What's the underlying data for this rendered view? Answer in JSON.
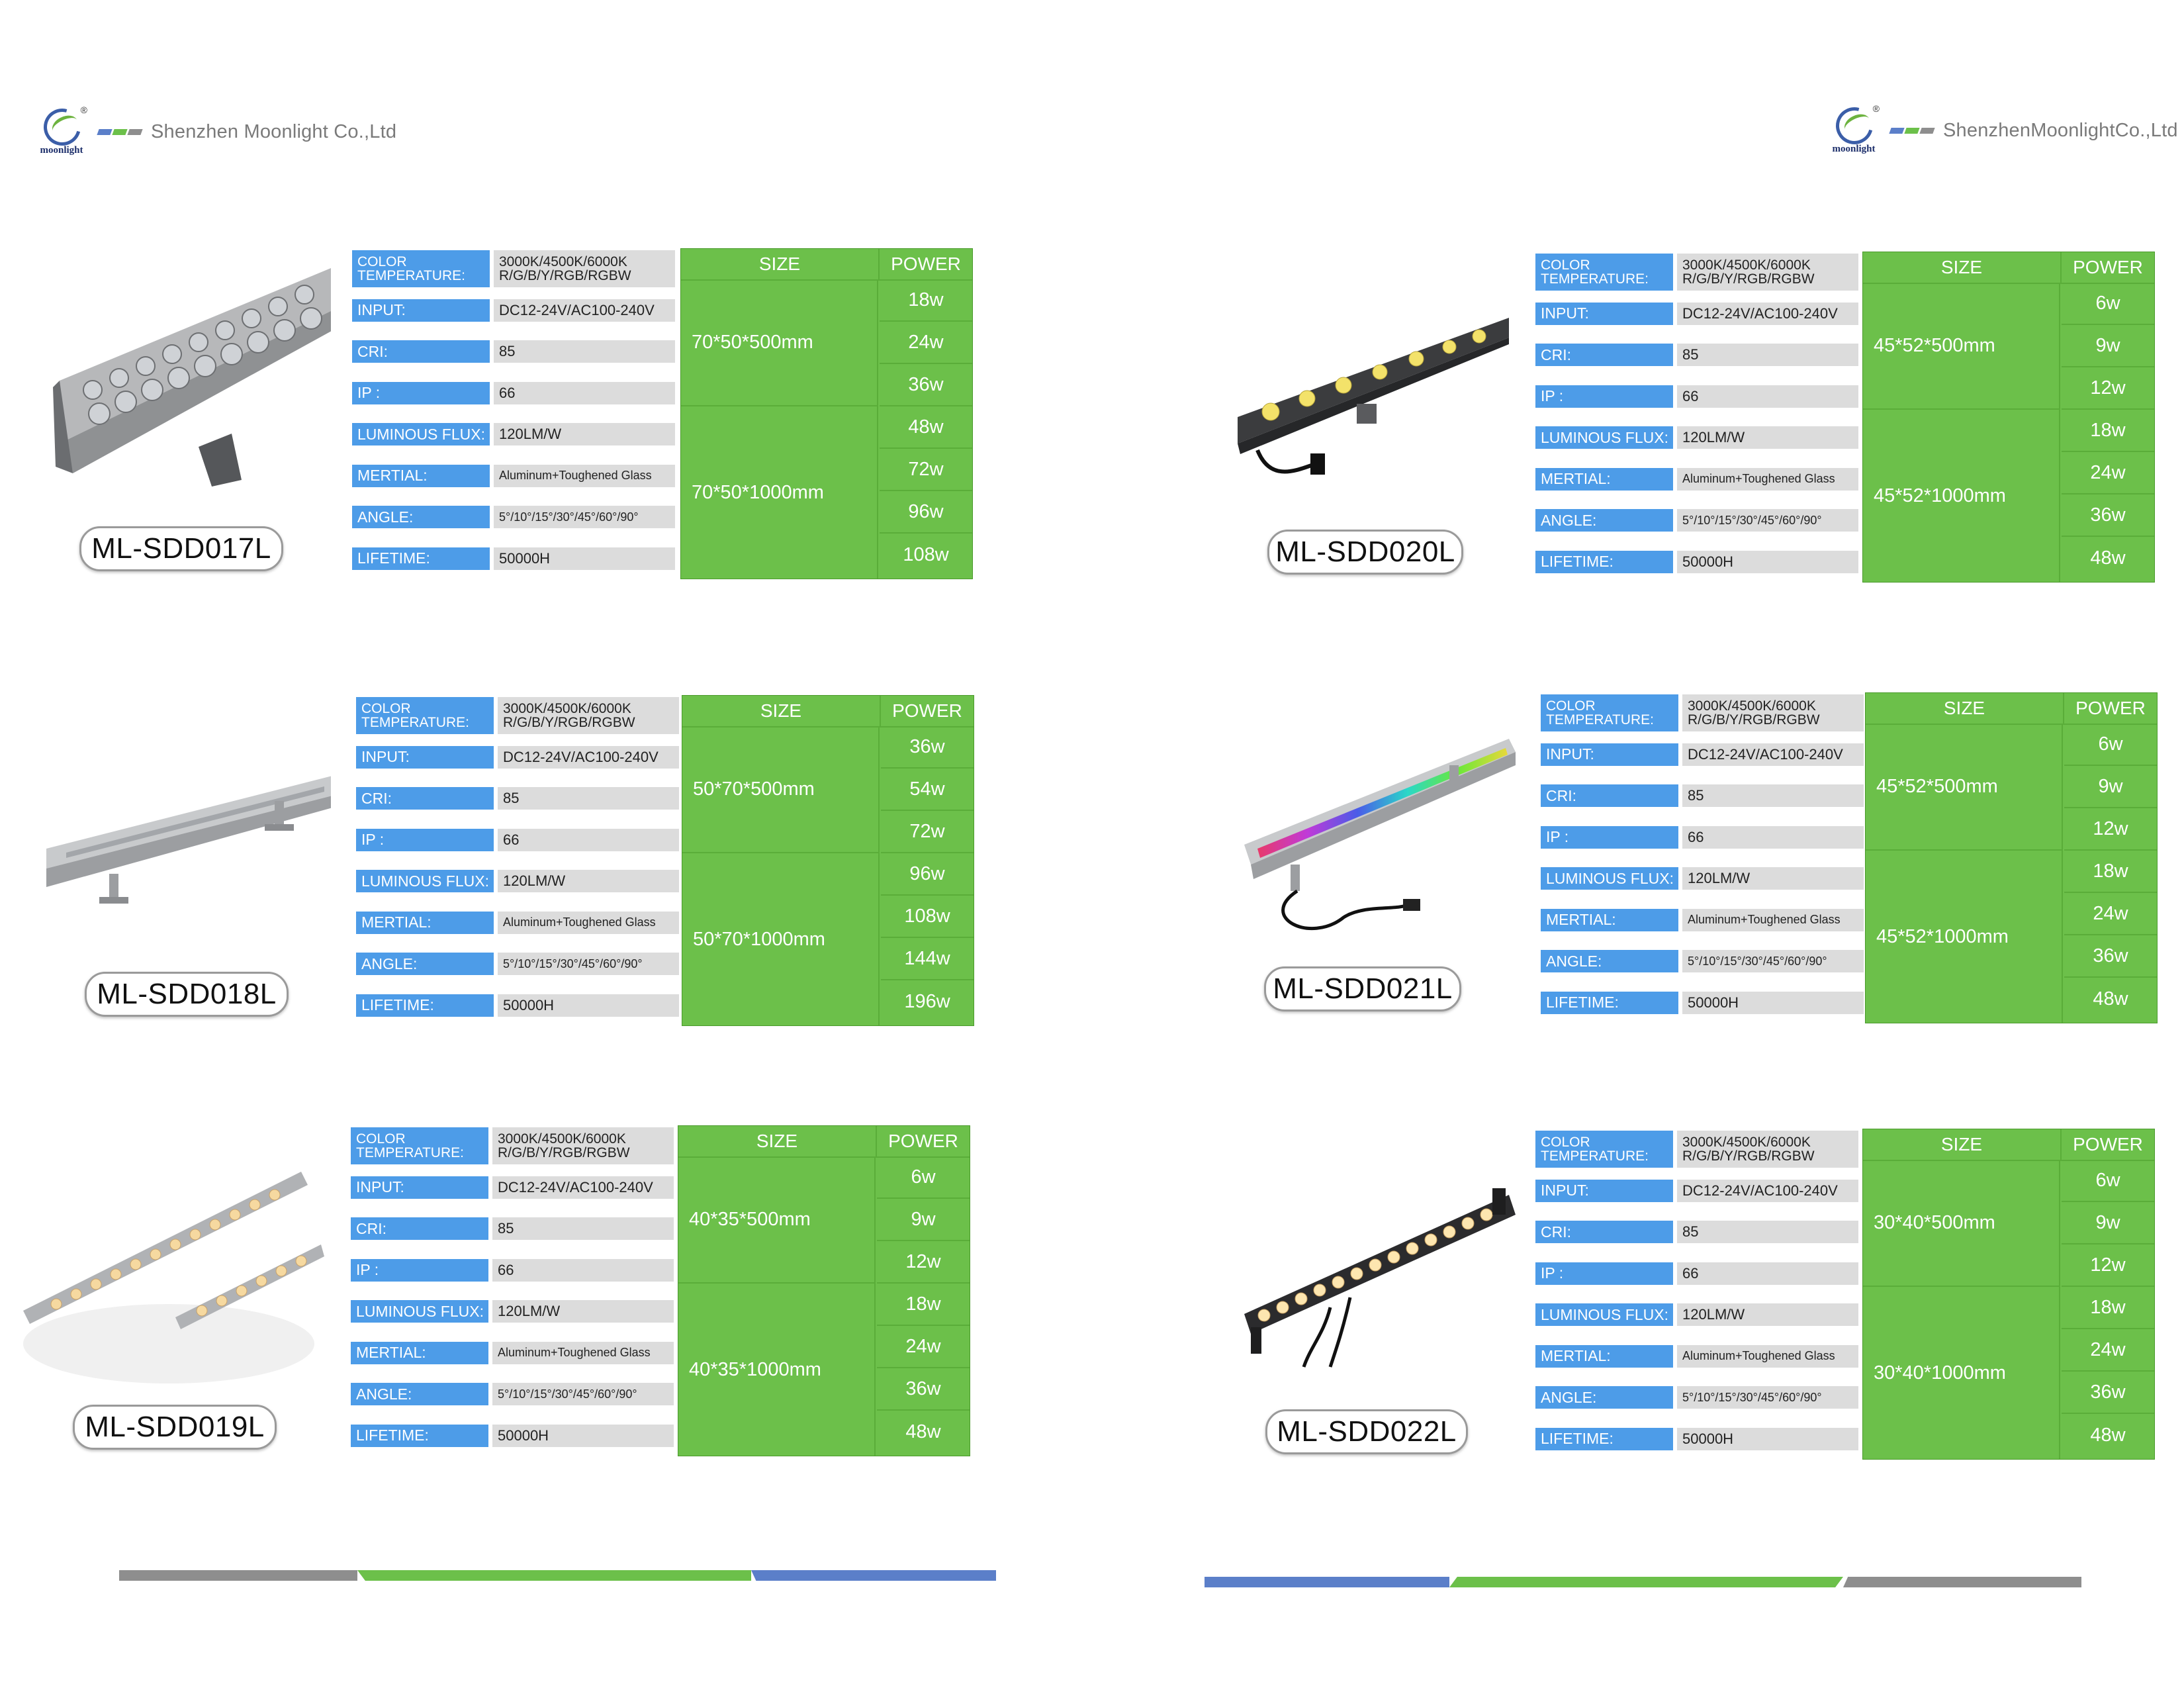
{
  "pages": [
    {
      "company": "Shenzhen Moonlight Co.,Ltd",
      "logo_word": "moonlight",
      "products": [
        {
          "model": "ML-SDD017L",
          "color_temperature": [
            "3000K/4500K/6000K",
            "R/G/B/Y/RGB/RGBW"
          ],
          "input": "DC12-24V/AC100-240V",
          "cri": "85",
          "ip": "66",
          "luminous_flux": "120LM/W",
          "mertial": "Aluminum+Toughened Glass",
          "angle": "5°/10°/15°/30°/45°/60°/90°",
          "lifetime": "50000H",
          "sizes": [
            {
              "size": "70*50*500mm",
              "powers": [
                "18w",
                "24w",
                "36w"
              ]
            },
            {
              "size": "70*50*1000mm",
              "powers": [
                "48w",
                "72w",
                "96w",
                "108w"
              ]
            }
          ]
        },
        {
          "model": "ML-SDD018L",
          "color_temperature": [
            "3000K/4500K/6000K",
            "R/G/B/Y/RGB/RGBW"
          ],
          "input": "DC12-24V/AC100-240V",
          "cri": "85",
          "ip": "66",
          "luminous_flux": "120LM/W",
          "mertial": "Aluminum+Toughened Glass",
          "angle": "5°/10°/15°/30°/45°/60°/90°",
          "lifetime": "50000H",
          "sizes": [
            {
              "size": "50*70*500mm",
              "powers": [
                "36w",
                "54w",
                "72w"
              ]
            },
            {
              "size": "50*70*1000mm",
              "powers": [
                "96w",
                "108w",
                "144w",
                "196w"
              ]
            }
          ]
        },
        {
          "model": "ML-SDD019L",
          "color_temperature": [
            "3000K/4500K/6000K",
            "R/G/B/Y/RGB/RGBW"
          ],
          "input": "DC12-24V/AC100-240V",
          "cri": "85",
          "ip": "66",
          "luminous_flux": "120LM/W",
          "mertial": "Aluminum+Toughened Glass",
          "angle": "5°/10°/15°/30°/45°/60°/90°",
          "lifetime": "50000H",
          "sizes": [
            {
              "size": "40*35*500mm",
              "powers": [
                "6w",
                "9w",
                "12w"
              ]
            },
            {
              "size": "40*35*1000mm",
              "powers": [
                "18w",
                "24w",
                "36w",
                "48w"
              ]
            }
          ]
        }
      ]
    },
    {
      "company": "ShenzhenMoonlightCo.,Ltd",
      "logo_word": "moonlight",
      "products": [
        {
          "model": "ML-SDD020L",
          "color_temperature": [
            "3000K/4500K/6000K",
            "R/G/B/Y/RGB/RGBW"
          ],
          "input": "DC12-24V/AC100-240V",
          "cri": "85",
          "ip": "66",
          "luminous_flux": "120LM/W",
          "mertial": "Aluminum+Toughened Glass",
          "angle": "5°/10°/15°/30°/45°/60°/90°",
          "lifetime": "50000H",
          "sizes": [
            {
              "size": "45*52*500mm",
              "powers": [
                "6w",
                "9w",
                "12w"
              ]
            },
            {
              "size": "45*52*1000mm",
              "powers": [
                "18w",
                "24w",
                "36w",
                "48w"
              ]
            }
          ]
        },
        {
          "model": "ML-SDD021L",
          "color_temperature": [
            "3000K/4500K/6000K",
            "R/G/B/Y/RGB/RGBW"
          ],
          "input": "DC12-24V/AC100-240V",
          "cri": "85",
          "ip": "66",
          "luminous_flux": "120LM/W",
          "mertial": "Aluminum+Toughened Glass",
          "angle": "5°/10°/15°/30°/45°/60°/90°",
          "lifetime": "50000H",
          "sizes": [
            {
              "size": "45*52*500mm",
              "powers": [
                "6w",
                "9w",
                "12w"
              ]
            },
            {
              "size": "45*52*1000mm",
              "powers": [
                "18w",
                "24w",
                "36w",
                "48w"
              ]
            }
          ]
        },
        {
          "model": "ML-SDD022L",
          "color_temperature": [
            "3000K/4500K/6000K",
            "R/G/B/Y/RGB/RGBW"
          ],
          "input": "DC12-24V/AC100-240V",
          "cri": "85",
          "ip": "66",
          "luminous_flux": "120LM/W",
          "mertial": "Aluminum+Toughened Glass",
          "angle": "5°/10°/15°/30°/45°/60°/90°",
          "lifetime": "50000H",
          "sizes": [
            {
              "size": "30*40*500mm",
              "powers": [
                "6w",
                "9w",
                "12w"
              ]
            },
            {
              "size": "30*40*1000mm",
              "powers": [
                "18w",
                "24w",
                "36w",
                "48w"
              ]
            }
          ]
        }
      ]
    }
  ],
  "labels": {
    "color_temperature": [
      "COLOR",
      "TEMPERATURE:"
    ],
    "input": "INPUT:",
    "cri": "CRI:",
    "ip": "IP :",
    "luminous_flux": "LUMINOUS FLUX:",
    "mertial": "MERTIAL:",
    "angle": "ANGLE:",
    "lifetime": "LIFETIME:",
    "size": "SIZE",
    "power": "POWER"
  },
  "colors": {
    "label_blue": "#4d9ce8",
    "value_gray": "#dcdcdc",
    "table_green": "#6cc04a",
    "stripe_gray": "#8e8e8e",
    "stripe_green": "#6cc04a",
    "stripe_blue": "#5b7fc9"
  },
  "photos": [
    "wall-washer-large-bar",
    "wall-washer-slim-bar",
    "wall-washer-double-bar",
    "wall-washer-round-dots-bar",
    "wall-washer-rgb-bar",
    "wall-washer-black-bar"
  ]
}
